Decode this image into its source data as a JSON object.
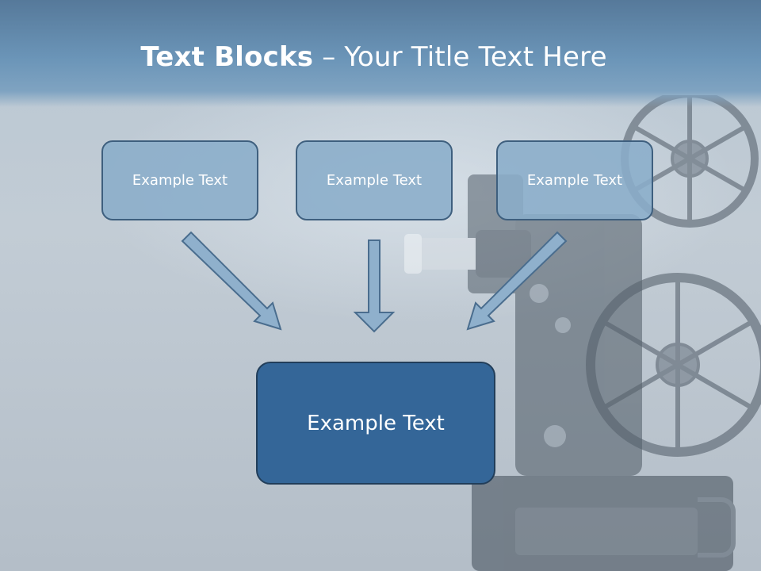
{
  "slide": {
    "title_bold": "Text Blocks",
    "title_rest": " – Your Title Text Here",
    "boxes": [
      {
        "label": "Example Text"
      },
      {
        "label": "Example Text"
      },
      {
        "label": "Example Text"
      }
    ],
    "main_box": {
      "label": "Example Text"
    },
    "colors": {
      "header": "#6b95b8",
      "small_box_fill": "#8aadca",
      "main_box_fill": "#346698",
      "arrow_fill": "#8fb0cc",
      "arrow_stroke": "#4a6d8e"
    }
  }
}
